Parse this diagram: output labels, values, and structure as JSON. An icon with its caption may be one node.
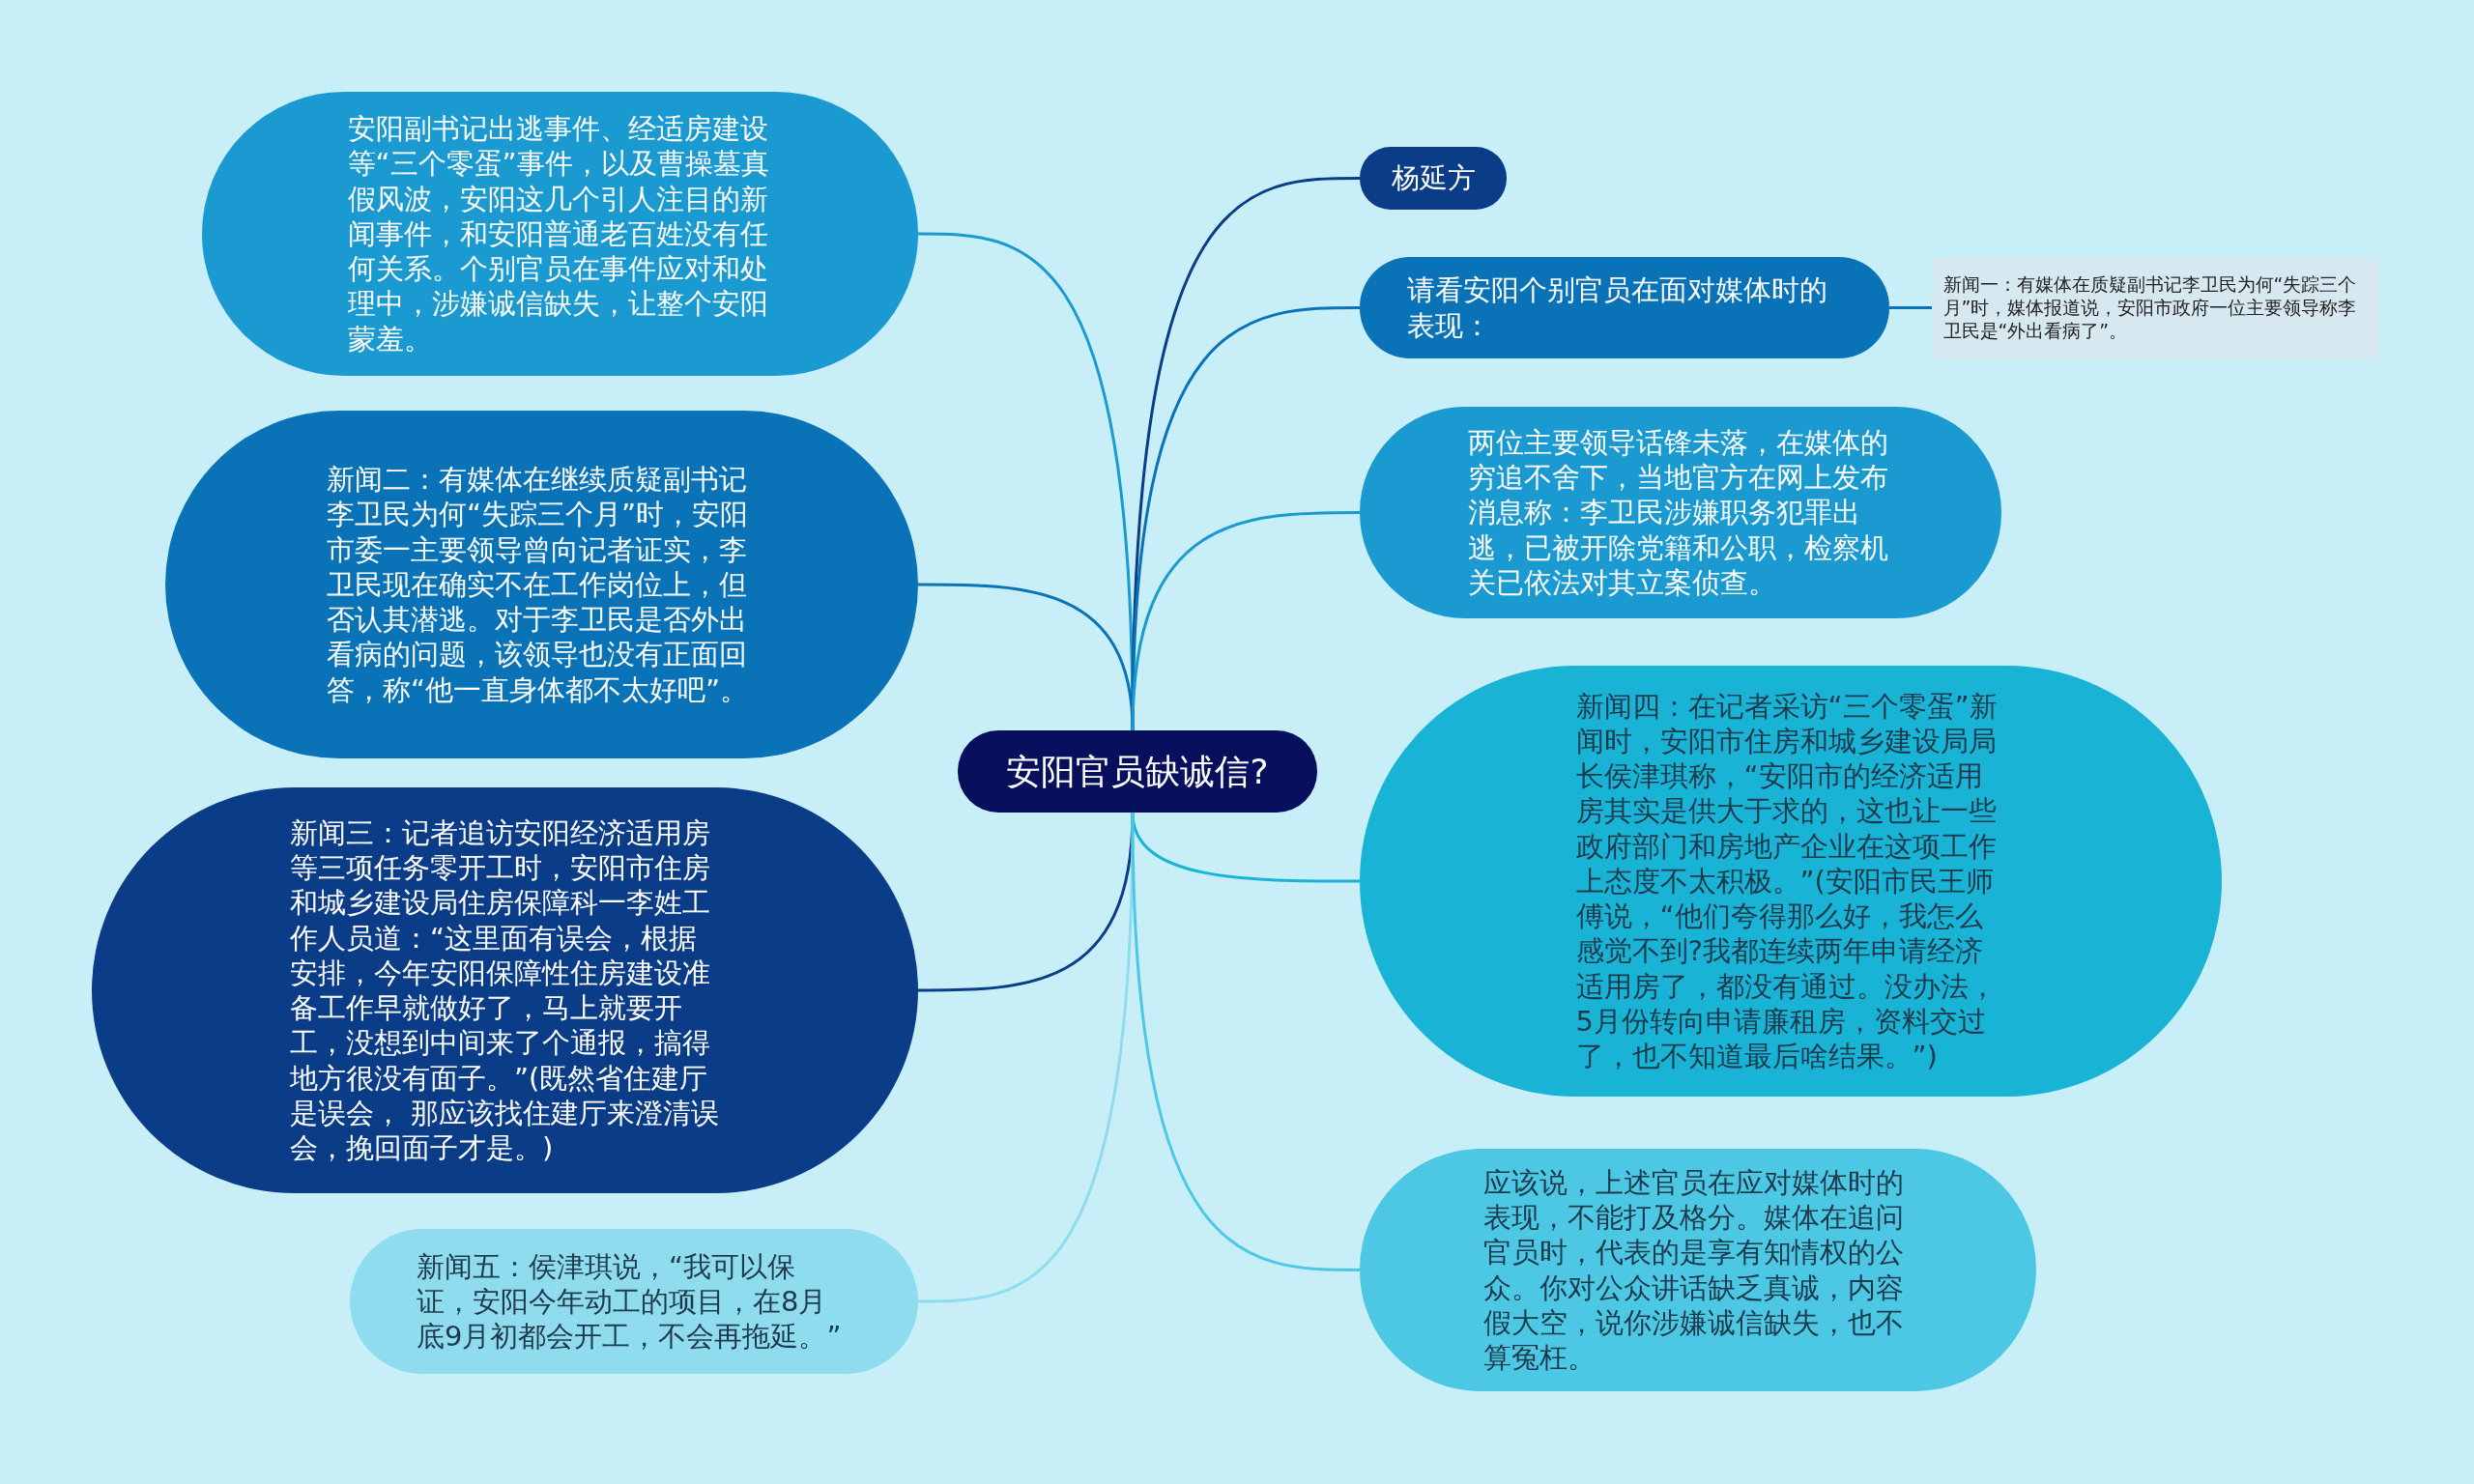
{
  "diagram": {
    "nodes": [
      {
        "text": [
          "安阳官员缺诚信?"
        ]
      },
      {
        "text": [
          "安阳副书记出逃事件、经适房建设等“三个零蛋”事件，以及曹操墓真假风波，安阳这几个引人注目的新闻事件，和安阳普通老百姓没有任何关系。个别官员在事件应对和处理中，涉嫌诚信缺失，让整个安阳蒙羞。"
        ]
      },
      {
        "text": [
          "新闻二：有媒体在继续质疑副书记李卫民为何“失踪三个月”时，安阳市委一主要领导曾向记者证实，李卫民现在确实不在工作岗位上，但否认其潜逃。对于李卫民是否外出看病的问题，该领导也没有正面回答，称“他一直身体都不太好吧”。"
        ]
      },
      {
        "text": [
          "新闻三：记者追访安阳经济适用房等三项任务零开工时，安阳市住房和城乡建设局住房保障科一李姓工作人员道：“这里面有误会，根据安排，今年安阳保障性住房建设准备工作早就做好了，马上就要开工，没想到中间来了个通报，搞得地方很没有面子。”(既然省住建厅是误会， 那应该找住建厅来澄清误会，挽回面子才是。)"
        ]
      },
      {
        "text": [
          "新闻五：侯津琪说，“我可以保证，安阳今年动工的项目，在8月底9月初都会开工，不会再拖延。”"
        ]
      },
      {
        "text": [
          "杨延方"
        ]
      },
      {
        "text": [
          "请看安阳个别官员在面对媒体时的表现："
        ]
      },
      {
        "text": [
          "新闻一：有媒体在质疑副书记李卫民为何“失踪三个月”时，媒体报道说，安阳市政府一位主要领导称李卫民是“外出看病了”。"
        ]
      },
      {
        "text": [
          "两位主要领导话锋未落，在媒体的穷追不舍下，当地官方在网上发布消息称：李卫民涉嫌职务犯罪出逃，已被开除党籍和公职，检察机关已依法对其立案侦查。"
        ]
      },
      {
        "text": [
          "新闻四：在记者采访“三个零蛋”新闻时，安阳市住房和城乡建设局局长侯津琪称，“安阳市的经济适用房其实是供大于求的，这也让一些政府部门和房地产企业在这项工作上态度不太积极。”(安阳市民王师傅说，“他们夸得那么好，我怎么感觉不到?我都连续两年申请经济适用房了，都没有通过。没办法，5月份转向申请廉租房，资料交过了，也不知道最后啥结果。”)"
        ]
      },
      {
        "text": [
          "应该说，上述官员在应对媒体时的表现，不能打及格分。媒体在追问官员时，代表的是享有知情权的公众。你对公众讲话缺乏真诚，内容假大空，说你涉嫌诚信缺失，也不算冤枉。"
        ]
      }
    ],
    "edges": [
      {
        "from": 0,
        "to": 1,
        "arrow": "none",
        "color": "#1a9ad0"
      },
      {
        "from": 0,
        "to": 2,
        "arrow": "none",
        "color": "#0a73b8"
      },
      {
        "from": 0,
        "to": 3,
        "arrow": "none",
        "color": "#0b3c87"
      },
      {
        "from": 0,
        "to": 4,
        "arrow": "none",
        "color": "#8fdcee"
      },
      {
        "from": 0,
        "to": 5,
        "arrow": "none",
        "color": "#0b3c87"
      },
      {
        "from": 0,
        "to": 6,
        "arrow": "none",
        "color": "#0a73b8"
      },
      {
        "from": 6,
        "to": 7,
        "arrow": "none",
        "color": "#0a73b8"
      },
      {
        "from": 0,
        "to": 8,
        "arrow": "none",
        "color": "#1a9ad0"
      },
      {
        "from": 0,
        "to": 9,
        "arrow": "none",
        "color": "#19b3d6"
      },
      {
        "from": 0,
        "to": 10,
        "arrow": "none",
        "color": "#4cc8e4"
      }
    ]
  }
}
